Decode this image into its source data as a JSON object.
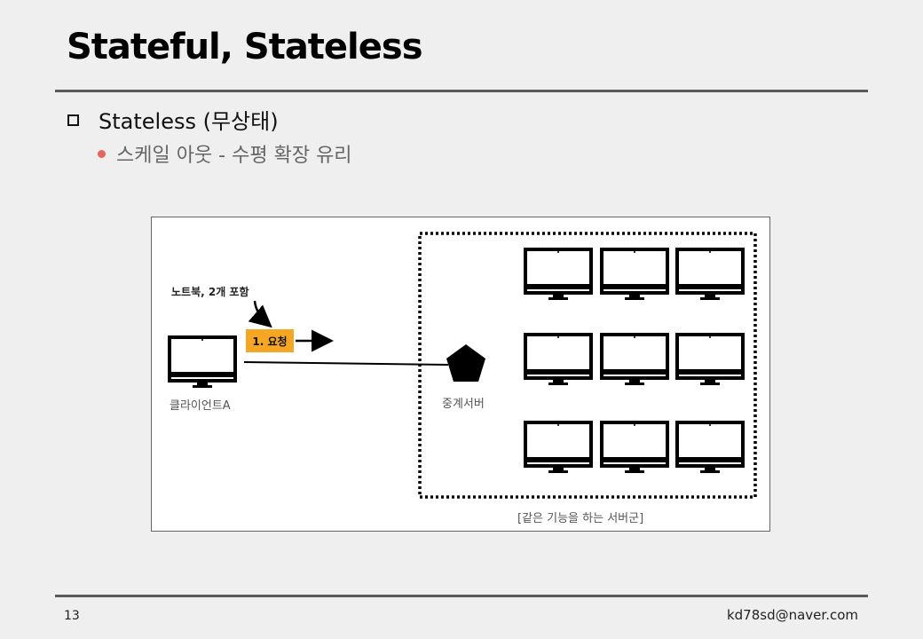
{
  "slide": {
    "title": "Stateful, Stateless",
    "bullet_level1": "Stateless (무상태)",
    "bullet_level2": "스케일 아웃 - 수평 확장 유리",
    "page_number": "13",
    "email": "kd78sd@naver.com",
    "accent_color": "#e8645a"
  },
  "diagram": {
    "note_label": "노트북, 2개 포함",
    "request_label": "1. 요청",
    "client_label": "클라이언트A",
    "proxy_label": "중계서버",
    "server_group_label": "[같은 기능을 하는 서버군]",
    "request_color": "#f5a623",
    "icons": [
      "client-monitor-icon",
      "proxy-pentagon-icon",
      "server-monitor-icon"
    ]
  }
}
